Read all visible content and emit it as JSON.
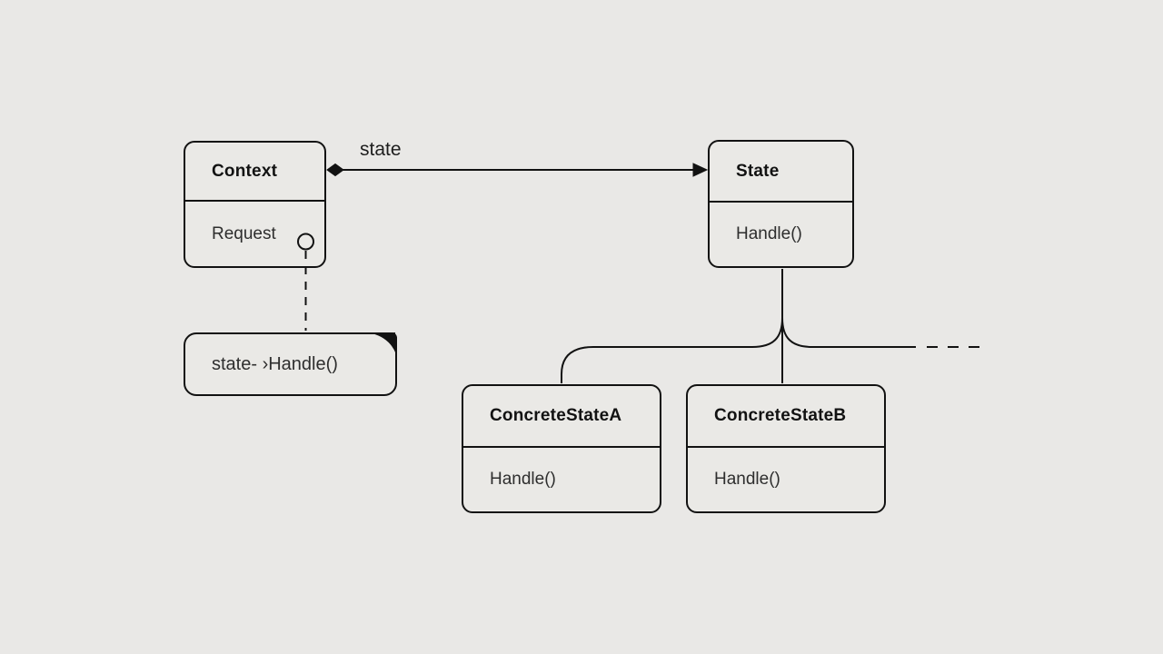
{
  "diagram_type": "uml-class-diagram",
  "classes": {
    "context": {
      "name": "Context",
      "member": "Request"
    },
    "state": {
      "name": "State",
      "member": "Handle()"
    },
    "concrete_a": {
      "name": "ConcreteStateA",
      "member": "Handle()"
    },
    "concrete_b": {
      "name": "ConcreteStateB",
      "member": "Handle()"
    }
  },
  "note": {
    "text": "state- ›Handle()"
  },
  "edges": {
    "aggregation_label": "state"
  },
  "colors": {
    "background": "#e9e8e6",
    "box_fill": "#eae9e6",
    "stroke": "#121212",
    "title_text": "#121212",
    "member_text": "#2e2e2e"
  }
}
